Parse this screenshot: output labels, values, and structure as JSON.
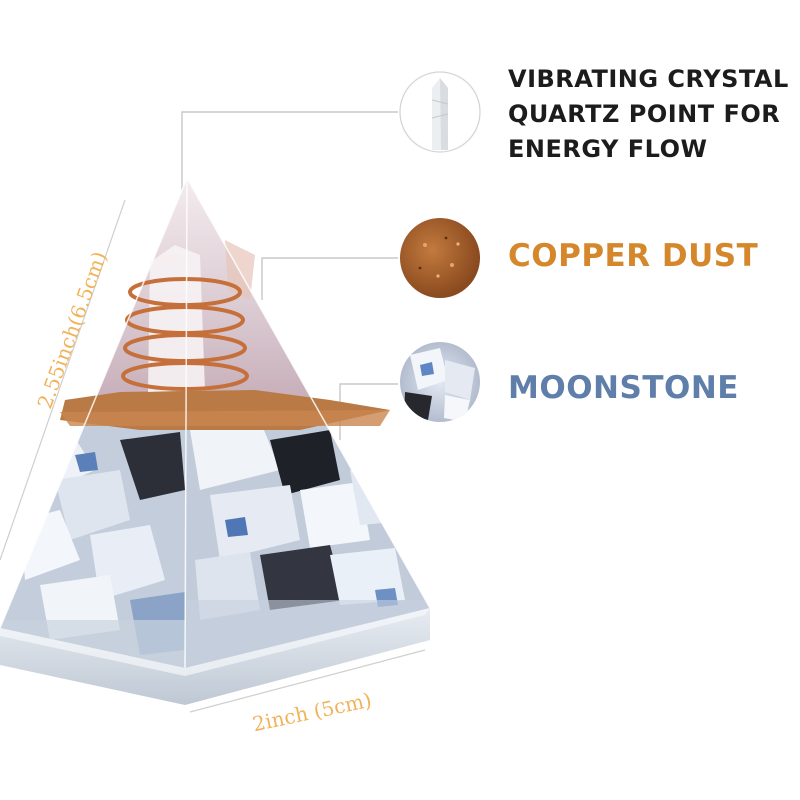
{
  "features": {
    "quartz": {
      "text": "VIBRATING CRYSTAL QUARTZ POINT FOR ENERGY FLOW",
      "color": "#1c1c1c",
      "icon": "quartz-point-icon"
    },
    "copper": {
      "text": "COPPER DUST",
      "color": "#d4882b",
      "icon": "copper-dust-swatch"
    },
    "moonstone": {
      "text": "MOONSTONE",
      "color": "#5f7faa",
      "icon": "moonstone-swatch"
    }
  },
  "dimensions": {
    "height": "2.55inch(6.5cm)",
    "width": "2inch (5cm)",
    "color": "#f0b35a"
  }
}
